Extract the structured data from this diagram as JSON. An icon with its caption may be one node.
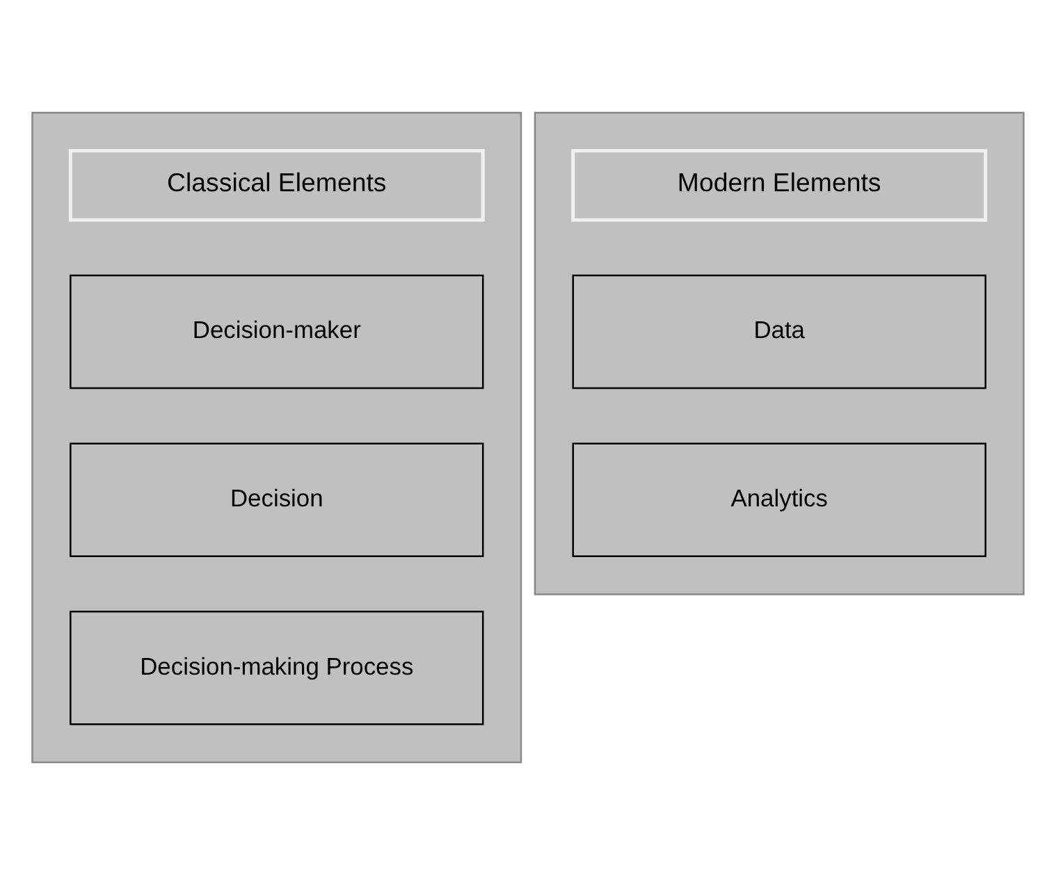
{
  "diagram": {
    "nodes": [
      {
        "text": [],
        "shape": "box"
      },
      {
        "text": [
          "Classical Elements"
        ],
        "in": 0
      },
      {
        "text": [
          "Decision-maker"
        ],
        "in": 0
      },
      {
        "text": [
          "Decision"
        ],
        "in": 0
      },
      {
        "text": [
          "Decision-making Process"
        ],
        "in": 0
      },
      {
        "text": [],
        "shape": "box"
      },
      {
        "text": [
          "Modern Elements"
        ],
        "in": 5
      },
      {
        "text": [
          "Data"
        ],
        "in": 5
      },
      {
        "text": [
          "Analytics"
        ],
        "in": 5
      }
    ],
    "edges": []
  }
}
